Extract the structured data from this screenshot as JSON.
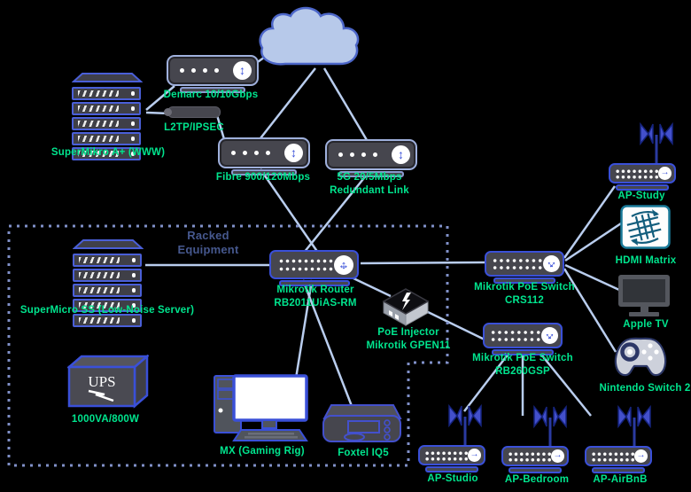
{
  "diagram": {
    "colors": {
      "label_green": "#00E58E",
      "line_blue": "#B9CDEE",
      "dashed_zone_blue": "#8090C8",
      "device_body_gray": "#46464E",
      "device_border_blue": "#3A50D8",
      "modem_border": "#9FB0DC",
      "racked_label_blue": "#46588E",
      "cloud_fill": "#B7C9EA",
      "cloud_border": "#4C66C8"
    },
    "icons": {
      "arrow_vertical": "↕",
      "arrow_horizontal": "↔",
      "arrow_right": "→"
    },
    "nodes": {
      "cloud": {
        "name": "internet-cloud"
      },
      "server_www": {
        "label": "SuperMikro A+ (WWW)"
      },
      "demarc_modem": {
        "label": "Demarc 10/10Gbps"
      },
      "vpn_link": {
        "label": "L2TP/IPSEC"
      },
      "fibre_modem": {
        "label": "Fibre 900/120Mbps"
      },
      "fiveg_modem": {
        "label1": "5G 20/5Mbps",
        "label2": "Redundant Link"
      },
      "racked_zone": {
        "label1": "Racked",
        "label2": "Equipment"
      },
      "server_ss": {
        "label": "SuperMicro SS (Low-Noise Server)"
      },
      "router": {
        "label1": "Mikrotik Router",
        "label2": "RB2011UiAS-RM"
      },
      "poe_injector": {
        "label1": "PoE Injector",
        "label2": "Mikrotik GPEN11"
      },
      "poe_switch_crs112": {
        "label1": "Mikrotik PoE Switch",
        "label2": "CRS112"
      },
      "poe_switch_rb260": {
        "label1": "Mikrotik PoE Switch",
        "label2": "RB260GSP"
      },
      "ups": {
        "device_text": "UPS",
        "label": "1000VA/800W"
      },
      "gaming_rig": {
        "label": "MX (Gaming Rig)"
      },
      "foxtel": {
        "label": "Foxtel IQ5"
      },
      "ap_study": {
        "label": "AP-Study"
      },
      "hdmi_matrix": {
        "label": "HDMI Matrix"
      },
      "apple_tv": {
        "label": "Apple TV"
      },
      "nintendo": {
        "label": "Nintendo Switch 2"
      },
      "ap_studio": {
        "label": "AP-Studio"
      },
      "ap_bedroom": {
        "label": "AP-Bedroom"
      },
      "ap_airbnb": {
        "label": "AP-AirBnB"
      }
    }
  }
}
